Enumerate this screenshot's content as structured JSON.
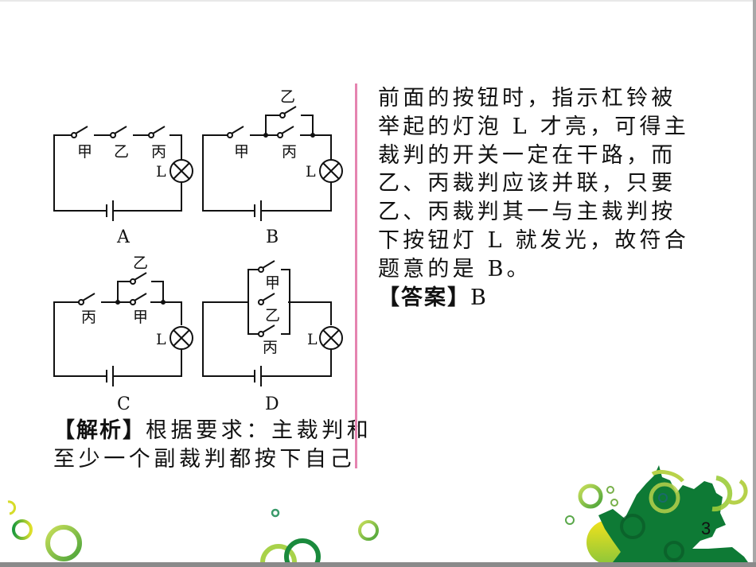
{
  "diagrams": [
    {
      "label": "A",
      "switches": [
        "甲",
        "乙",
        "丙"
      ],
      "lamp": "L"
    },
    {
      "label": "B",
      "switches": [
        "甲",
        "乙",
        "丙"
      ],
      "lamp": "L"
    },
    {
      "label": "C",
      "switches": [
        "丙",
        "乙",
        "甲"
      ],
      "lamp": "L"
    },
    {
      "label": "D",
      "switches": [
        "甲",
        "乙",
        "丙"
      ],
      "lamp": "L"
    }
  ],
  "analysis": {
    "tag": "【解析】",
    "lines": [
      "根据要求：主裁判和",
      "至少一个副裁判都按下自己"
    ]
  },
  "right_column": {
    "lines": [
      "前面的按钮时，指示杠铃被",
      "举起的灯泡 L 才亮，可得主",
      "裁判的开关一定在干路，而",
      "乙、丙裁判应该并联，只要",
      "乙、丙裁判其一与主裁判按",
      "下按钮灯 L 就发光，故符合",
      "题意的是 B。"
    ],
    "answer_tag": "【答案】",
    "answer_value": "B"
  },
  "page_number": "3",
  "colors": {
    "divider": "#e584b0",
    "leaf_dark": "#0e7a35",
    "leaf_light": "#9ccc3a",
    "ring_yellow": "#d8df2a"
  }
}
